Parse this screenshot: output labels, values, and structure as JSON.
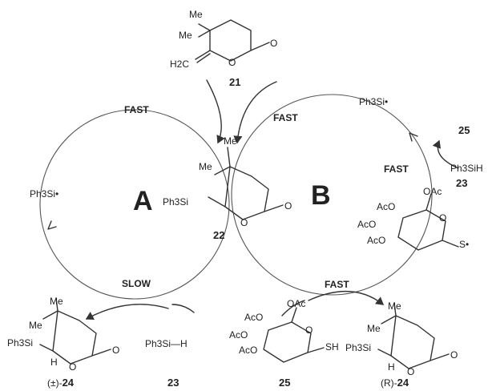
{
  "cycles": {
    "a": "A",
    "b": "B"
  },
  "rates": {
    "fast": "FAST",
    "slow": "SLOW"
  },
  "compounds": {
    "c21": "21",
    "c22": "22",
    "c23": "23",
    "c25": "25",
    "rac24_prefix": "(±)-",
    "r24_prefix": "(R)-",
    "c24": "24"
  },
  "atoms": {
    "me": "Me",
    "o": "O",
    "h": "H",
    "h2c": "H2C",
    "ph3si": "Ph3Si",
    "ph3si_radical": "Ph3Si•",
    "ph3si_h": "Ph3Si—H",
    "ph3si_h_short": "Ph3SiH",
    "aco": "AcO",
    "oac": "OAc",
    "sh": "SH",
    "s_radical": "S•"
  }
}
